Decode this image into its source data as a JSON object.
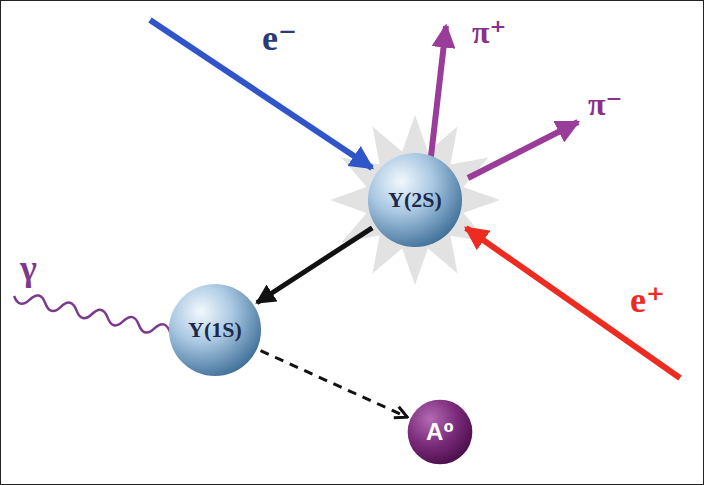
{
  "diagram": {
    "nodes": [
      {
        "text": [
          "Υ(2S)"
        ]
      },
      {
        "text": [
          "Υ(1S)"
        ]
      },
      {
        "text": [
          "A⁰"
        ]
      }
    ],
    "edges": [
      {
        "from": 0,
        "to": 1,
        "arrow": "to"
      },
      {
        "from": 1,
        "to": 2,
        "arrow": "to"
      }
    ],
    "labels": [
      "e⁻",
      "π⁺",
      "π⁻",
      "γ",
      "e⁺"
    ]
  }
}
